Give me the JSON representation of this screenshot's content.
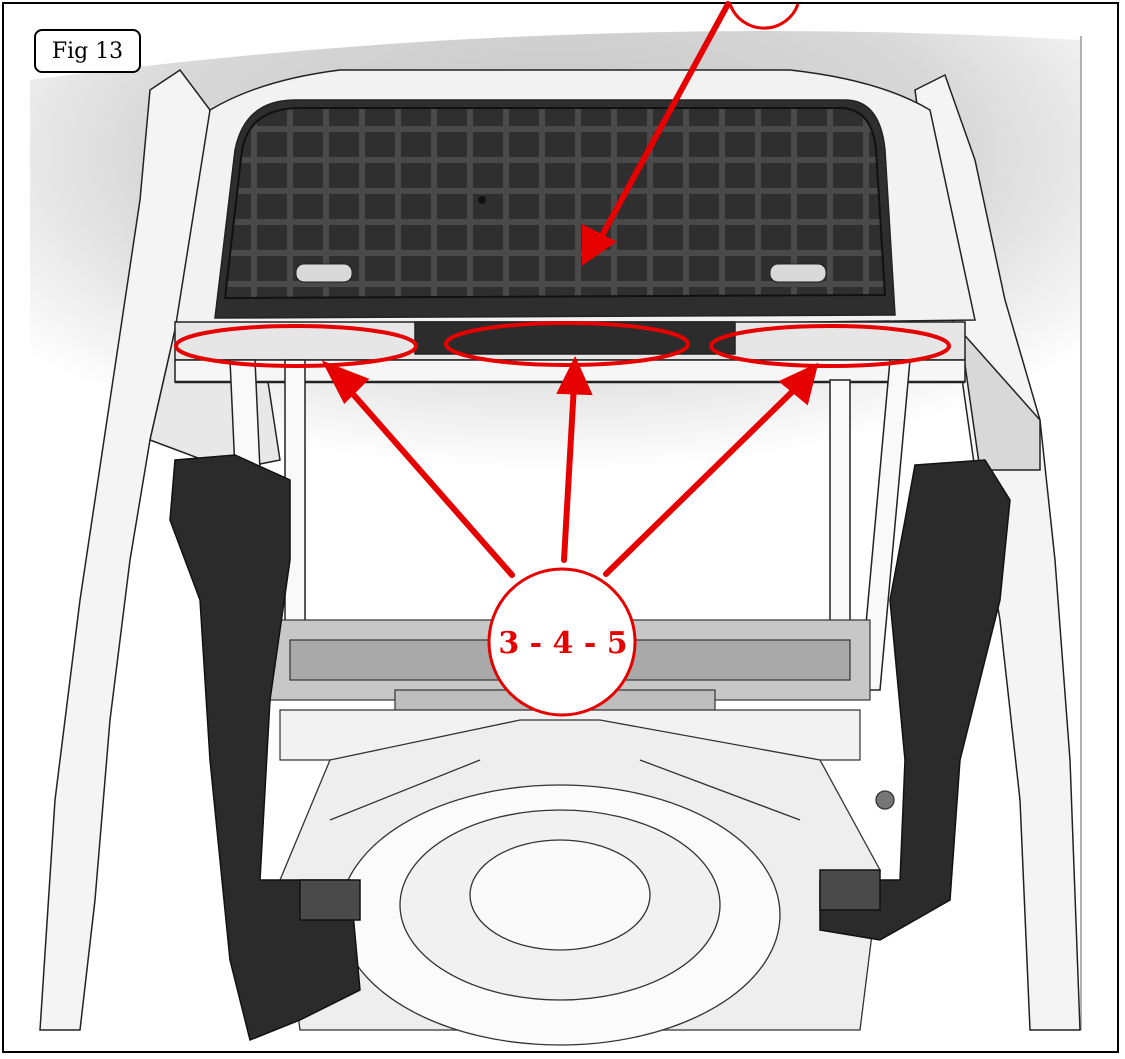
{
  "figure": {
    "label": "Fig 13"
  },
  "callout": {
    "text": "3 - 4 - 5"
  },
  "colors": {
    "accent": "#e60000",
    "frame": "#000000",
    "mesh_panel": "#3b3b3b",
    "trim_dark": "#2a2a2a",
    "structure_light": "#f2f2f2"
  },
  "icons": {
    "arrow": "red-arrow",
    "callout_circle": "red-circle",
    "highlight": "red-ellipse"
  }
}
